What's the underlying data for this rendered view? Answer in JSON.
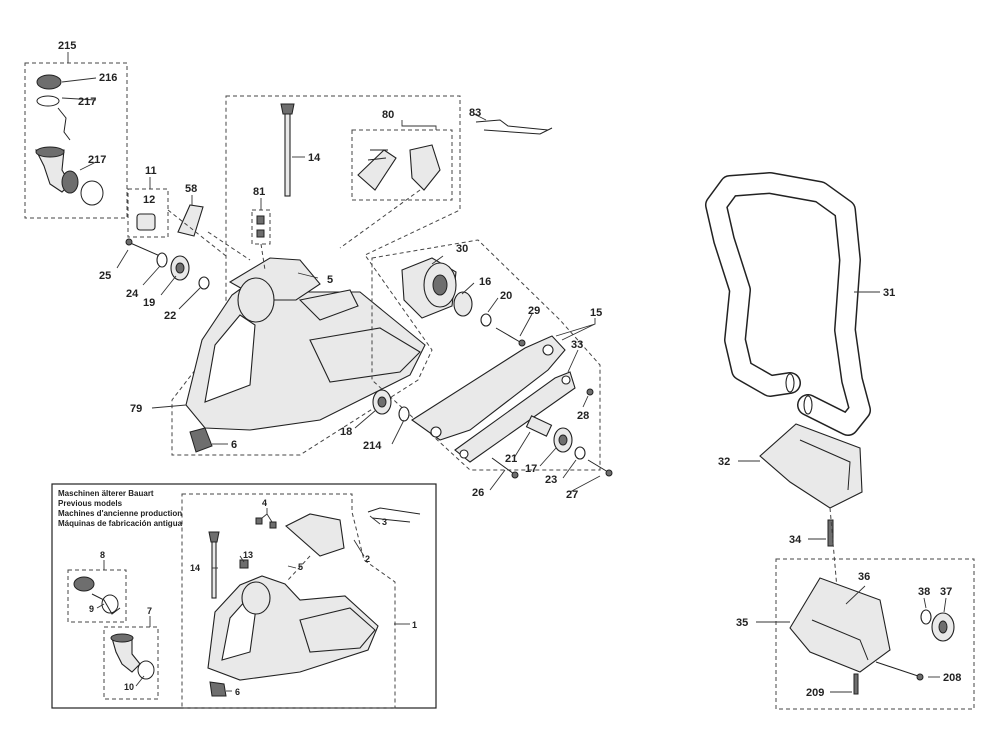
{
  "labels": {
    "l215": "215",
    "l216": "216",
    "l217a": "217",
    "l217b": "217",
    "l11": "11",
    "l12": "12",
    "l58": "58",
    "l81": "81",
    "l14": "14",
    "l80": "80",
    "l83": "83",
    "l5": "5",
    "l25": "25",
    "l24": "24",
    "l19": "19",
    "l22": "22",
    "l79": "79",
    "l6": "6",
    "l30": "30",
    "l16": "16",
    "l20": "20",
    "l29": "29",
    "l15": "15",
    "l33": "33",
    "l28": "28",
    "l18": "18",
    "l214": "214",
    "l21": "21",
    "l17": "17",
    "l23": "23",
    "l26": "26",
    "l27": "27",
    "l31": "31",
    "l32": "32",
    "l34": "34",
    "l35": "35",
    "l36": "36",
    "l38": "38",
    "l37": "37",
    "l208": "208",
    "l209": "209",
    "p4": "4",
    "p3": "3",
    "p2": "2",
    "p14": "14",
    "p13": "13",
    "p5": "5",
    "p8": "8",
    "p9": "9",
    "p7": "7",
    "p10": "10",
    "p1": "1",
    "p6": "6"
  },
  "legend": {
    "line1": "Maschinen älterer Bauart",
    "line2": "Previous models",
    "line3": "Machines d'ancienne production",
    "line4": "Máquinas de fabricación antigua"
  },
  "colors": {
    "ink": "#222222",
    "fill": "#e9e9e9",
    "dark": "#6e6e6e",
    "paper": "#ffffff"
  }
}
